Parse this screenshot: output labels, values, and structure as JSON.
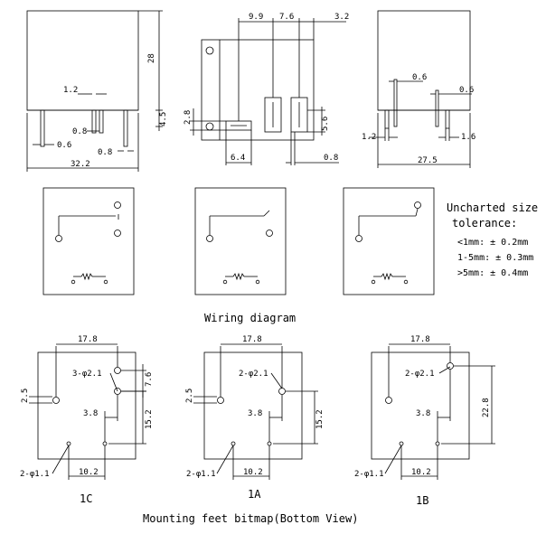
{
  "top_views": {
    "front": {
      "height_28": "28",
      "pin_width_1_2": "1.2",
      "pin_0_8_a": "0.8",
      "pin_0_6": "0.6",
      "pin_0_8_b": "0.8",
      "pin_len_4_5": "4.5",
      "width_32_2": "32.2"
    },
    "side": {
      "dim_9_9": "9.9",
      "dim_7_6": "7.6",
      "dim_3_2": "3.2",
      "dim_2_8": "2.8",
      "dim_5_6": "5.6",
      "dim_6_4": "6.4",
      "dim_0_8": "0.8"
    },
    "end": {
      "dim_0_6_a": "0.6",
      "dim_0_6_b": "0.6",
      "dim_1_2": "1.2",
      "dim_1_6": "1.6",
      "width_27_5": "27.5"
    }
  },
  "tolerance": {
    "title_line1": "Uncharted size",
    "title_line2": "tolerance:",
    "lines": [
      "<1mm: ± 0.2mm",
      "1-5mm: ± 0.3mm",
      ">5mm: ± 0.4mm"
    ]
  },
  "wiring": {
    "caption": "Wiring diagram"
  },
  "mounting": {
    "caption": "Mounting feet bitmap(Bottom View)",
    "c1": {
      "label": "1C",
      "d17_8": "17.8",
      "d2_5": "2.5",
      "hole": "3-φ2.1",
      "d7_6": "7.6",
      "d3_8": "3.8",
      "d15_2": "15.2",
      "small_hole": "2-φ1.1",
      "d10_2": "10.2"
    },
    "a1": {
      "label": "1A",
      "d17_8": "17.8",
      "d2_5": "2.5",
      "hole": "2-φ2.1",
      "d3_8": "3.8",
      "d15_2": "15.2",
      "small_hole": "2-φ1.1",
      "d10_2": "10.2"
    },
    "b1": {
      "label": "1B",
      "d17_8": "17.8",
      "hole": "2-φ2.1",
      "d3_8": "3.8",
      "d22_8": "22.8",
      "small_hole": "2-φ1.1",
      "d10_2": "10.2"
    }
  }
}
